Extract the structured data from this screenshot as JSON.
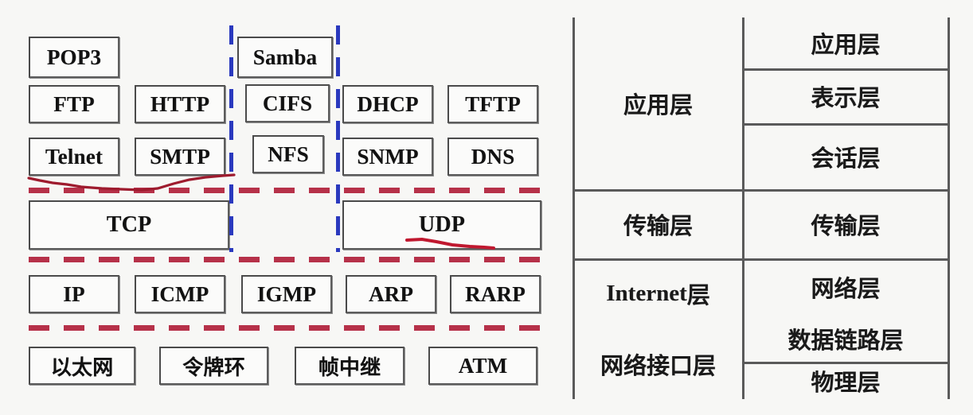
{
  "diagram": {
    "title": "TCP/IP protocol stack vs OSI model",
    "background_color": "#f7f7f5",
    "box_border_color": "#4a4a4a",
    "separator_color_horizontal": "#b0203a",
    "separator_color_vertical": "#1f2fbb",
    "annotation_color": "#c0182f",
    "protocol_rows": [
      {
        "row_name": "application-row-1",
        "boxes": [
          {
            "label": "POP3",
            "script": "latin"
          },
          {
            "label": "Samba",
            "script": "latin"
          }
        ]
      },
      {
        "row_name": "application-row-2",
        "boxes": [
          {
            "label": "FTP",
            "script": "latin"
          },
          {
            "label": "HTTP",
            "script": "latin"
          },
          {
            "label": "CIFS",
            "script": "latin"
          },
          {
            "label": "DHCP",
            "script": "latin"
          },
          {
            "label": "TFTP",
            "script": "latin"
          }
        ]
      },
      {
        "row_name": "application-row-3",
        "boxes": [
          {
            "label": "Telnet",
            "script": "latin"
          },
          {
            "label": "SMTP",
            "script": "latin"
          },
          {
            "label": "NFS",
            "script": "latin"
          },
          {
            "label": "SNMP",
            "script": "latin"
          },
          {
            "label": "DNS",
            "script": "latin"
          }
        ]
      },
      {
        "row_name": "transport-row",
        "boxes": [
          {
            "label": "TCP",
            "script": "latin"
          },
          {
            "label": "UDP",
            "script": "latin"
          }
        ]
      },
      {
        "row_name": "internet-row",
        "boxes": [
          {
            "label": "IP",
            "script": "latin"
          },
          {
            "label": "ICMP",
            "script": "latin"
          },
          {
            "label": "IGMP",
            "script": "latin"
          },
          {
            "label": "ARP",
            "script": "latin"
          },
          {
            "label": "RARP",
            "script": "latin"
          }
        ]
      },
      {
        "row_name": "network-interface-row",
        "boxes": [
          {
            "label": "以太网",
            "script": "cjk"
          },
          {
            "label": "令牌环",
            "script": "cjk"
          },
          {
            "label": "帧中继",
            "script": "cjk"
          },
          {
            "label": "ATM",
            "script": "latin"
          }
        ]
      }
    ]
  },
  "layer_table": {
    "tcpip_column": [
      {
        "label": "应用层"
      },
      {
        "label": "传输层"
      },
      {
        "label_prefix": "Internet",
        "label_suffix": "层"
      },
      {
        "label": "网络接口层"
      }
    ],
    "osi_column": [
      {
        "label": "应用层"
      },
      {
        "label": "表示层"
      },
      {
        "label": "会话层"
      },
      {
        "label": "传输层"
      },
      {
        "label": "网络层"
      },
      {
        "label": "数据链路层"
      },
      {
        "label": "物理层"
      }
    ]
  }
}
